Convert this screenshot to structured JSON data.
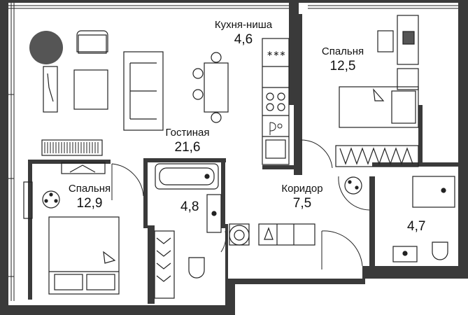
{
  "rooms": {
    "kitchen": {
      "name": "Кухня-ниша",
      "area": "4,6"
    },
    "bedroom_right": {
      "name": "Спальня",
      "area": "12,5"
    },
    "living": {
      "name": "Гостиная",
      "area": "21,6"
    },
    "bedroom_left": {
      "name": "Спальня",
      "area": "12,9"
    },
    "bathroom_left": {
      "area": "4,8"
    },
    "corridor": {
      "name": "Коридор",
      "area": "7,5"
    },
    "bathroom_right": {
      "area": "4,7"
    }
  },
  "colors": {
    "wall": "#3a3a3a",
    "line": "#222222",
    "background": "#ffffff",
    "round_table": "#555555"
  }
}
